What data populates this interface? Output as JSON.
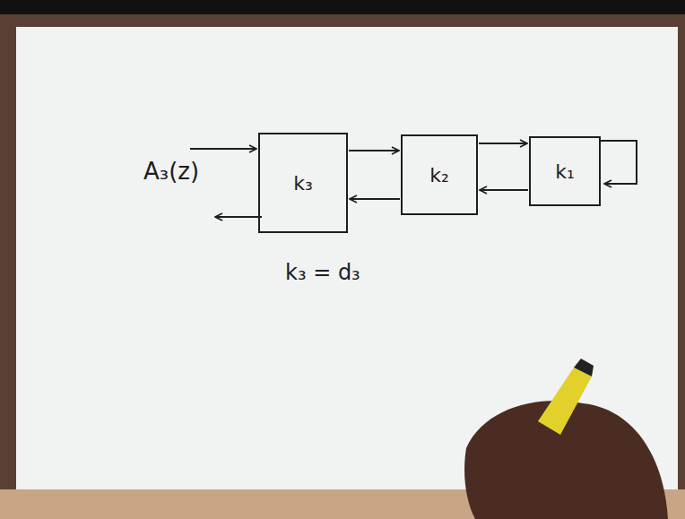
{
  "diagram": {
    "nodes": [
      {
        "text": [
          "k₃"
        ]
      },
      {
        "text": [
          "k₂"
        ]
      },
      {
        "text": [
          "k₁"
        ]
      }
    ],
    "edges": [
      {
        "from": 0,
        "to": 1,
        "arrow": "to"
      },
      {
        "from": 1,
        "to": 0,
        "arrow": "to"
      },
      {
        "from": 1,
        "to": 2,
        "arrow": "to"
      },
      {
        "from": 2,
        "to": 1,
        "arrow": "to"
      }
    ],
    "labels": [
      "A₃(z)",
      "k₃ = d₃"
    ]
  }
}
